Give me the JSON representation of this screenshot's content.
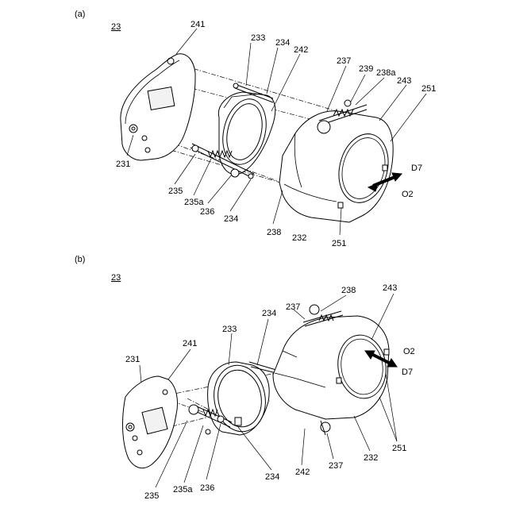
{
  "panel_a": {
    "label": "(a)",
    "assembly": "23",
    "refs": {
      "r241": "241",
      "r233": "233",
      "r234_top": "234",
      "r242": "242",
      "r237": "237",
      "r239": "239",
      "r238a": "238a",
      "r243": "243",
      "r251_top": "251",
      "r231": "231",
      "r235": "235",
      "r235a": "235a",
      "r236": "236",
      "r234_bot": "234",
      "r238": "238",
      "r232": "232",
      "r251_bot": "251",
      "rD7": "D7",
      "rO2": "O2"
    }
  },
  "panel_b": {
    "label": "(b)",
    "assembly": "23",
    "refs": {
      "r238": "238",
      "r243": "243",
      "r237_top": "237",
      "r234_top": "234",
      "r233": "233",
      "r241": "241",
      "r231": "231",
      "rO2": "O2",
      "rD7": "D7",
      "r235": "235",
      "r235a": "235a",
      "r236": "236",
      "r234_bot": "234",
      "r242": "242",
      "r237_bot": "237",
      "r232": "232",
      "r251": "251"
    }
  }
}
